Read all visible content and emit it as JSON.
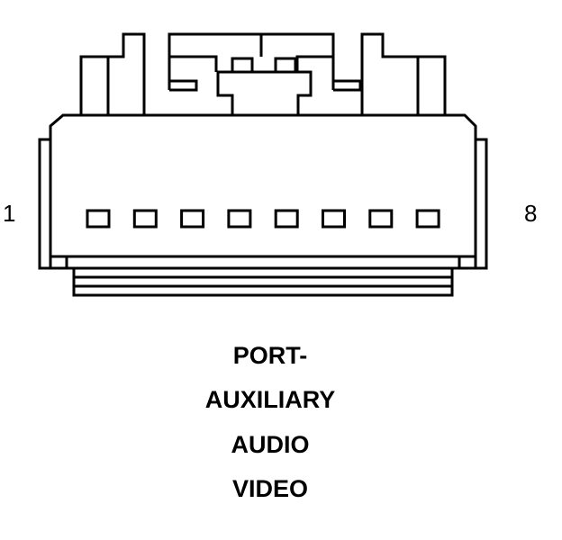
{
  "diagram": {
    "pin_first": "1",
    "pin_last": "8",
    "pin_count": 8,
    "caption_lines": [
      "PORT-",
      "AUXILIARY",
      "AUDIO",
      "VIDEO"
    ],
    "stroke_color": "#000000",
    "background": "#ffffff"
  }
}
